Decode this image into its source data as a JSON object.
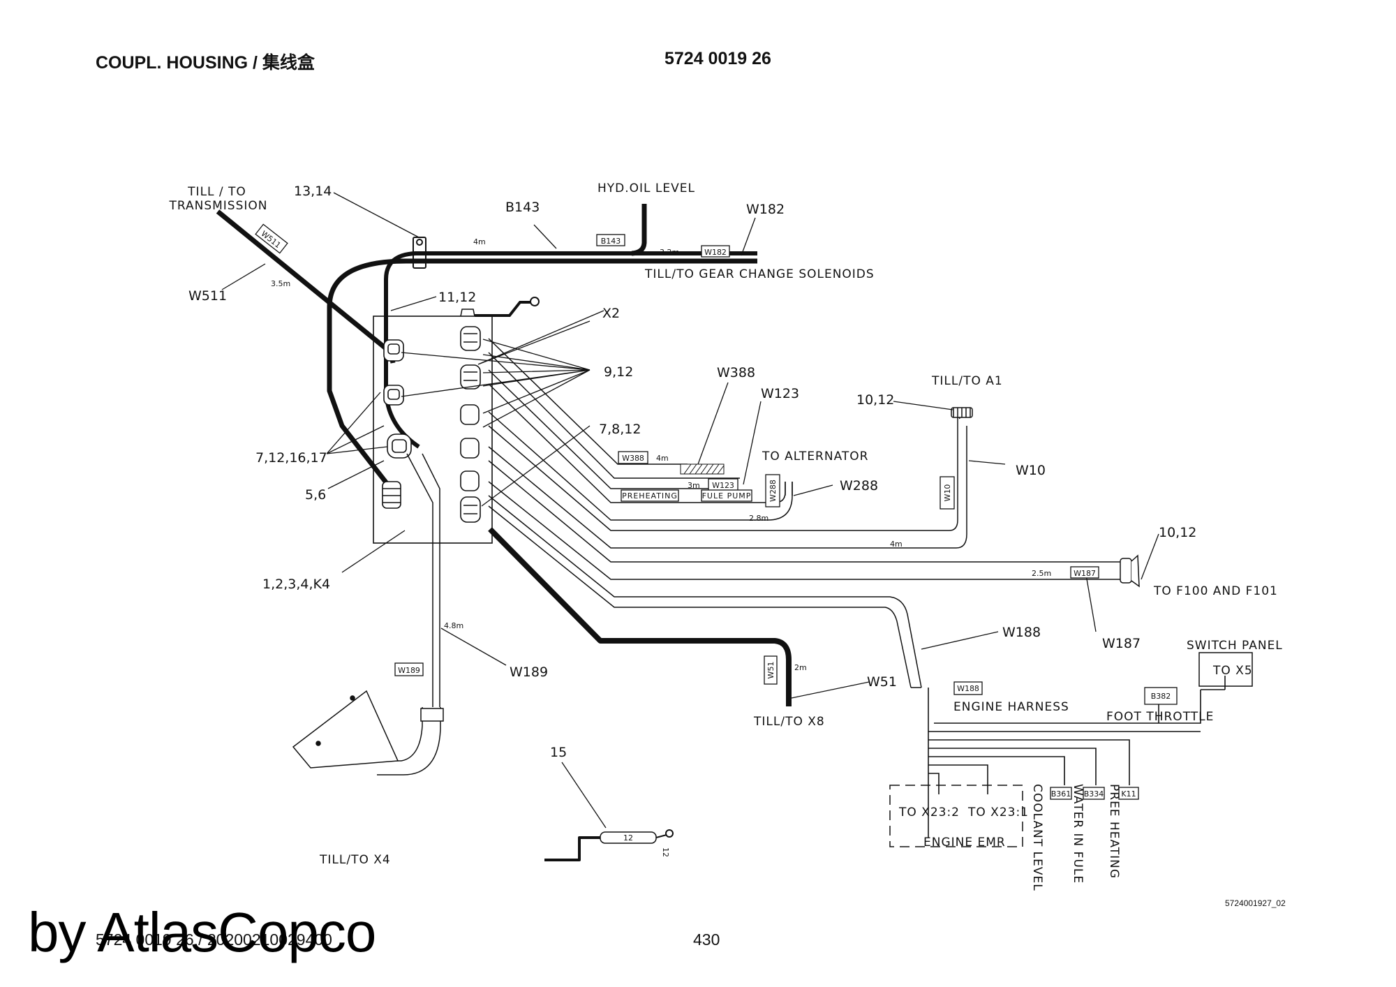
{
  "header": {
    "title": "COUPL. HOUSING / 集线盒",
    "part_number": "5724 0019 26"
  },
  "drawing": {
    "captions": {
      "transmission": [
        "TILL / TO",
        "TRANSMISSION"
      ],
      "hyd_oil_level": "HYD.OIL LEVEL",
      "gear_change": "TILL/TO GEAR CHANGE SOLENOIDS",
      "a1": "TILL/TO A1",
      "alternator": "TO ALTERNATOR",
      "f100": "TO F100 AND F101",
      "switch_panel": "SWITCH PANEL",
      "to_x5": "TO X5",
      "foot_throttle": "FOOT THROTTLE",
      "engine_harness": "ENGINE HARNESS",
      "to_x8": "TILL/TO X8",
      "to_x4": "TILL/TO X4",
      "to_x23_2": "TO X23:2",
      "to_x23_1": "TO X23:1",
      "engine_emr": "ENGINE EMR",
      "coolant_level": "COOLANT LEVEL",
      "water_in_fule": "WATER IN FULE",
      "pree_heating": "PREE HEATING",
      "preheating": "PREHEATING",
      "fule_pump": "FULE PUMP"
    },
    "callouts": {
      "c13_14": "13,14",
      "b143": "B143",
      "w182": "W182",
      "w511": "W511",
      "c11_12": "11,12",
      "x2": "X2",
      "c9_12": "9,12",
      "w388": "W388",
      "w123": "W123",
      "c10_12_a": "10,12",
      "c7_8_12": "7,8,12",
      "w10": "W10",
      "w288": "W288",
      "c7_12_16_17": "7,12,16,17",
      "c5_6": "5,6",
      "c10_12_b": "10,12",
      "c1_2_3_4_k4": "1,2,3,4,K4",
      "w188": "W188",
      "w187": "W187",
      "w189": "W189",
      "w51": "W51",
      "c15": "15"
    },
    "tags": {
      "w511": "W511",
      "b143": "B143",
      "w182": "W182",
      "w388": "W388",
      "w123": "W123",
      "w288": "W288",
      "w10": "W10",
      "w187": "W187",
      "w189": "W189",
      "w51": "W51",
      "w188": "W188",
      "b382": "B382",
      "b361": "B361",
      "b334": "B334",
      "k11": "K11"
    },
    "lengths": {
      "w511": "3.5m",
      "b143": "4m",
      "w182": "3.2m",
      "w388": "4m",
      "w123": "3m",
      "w288": "2.8m",
      "w10": "4m",
      "w187": "2.5m",
      "w189": "4.8m",
      "w51": "2m"
    },
    "fuse_tag": "12",
    "fuse_ref": "12"
  },
  "footer": {
    "drawing_ref": "5724001927_02",
    "doc_id": "5724 0019 26 / 20200210029400",
    "page": "430",
    "watermark": "by AtlasCopco"
  }
}
